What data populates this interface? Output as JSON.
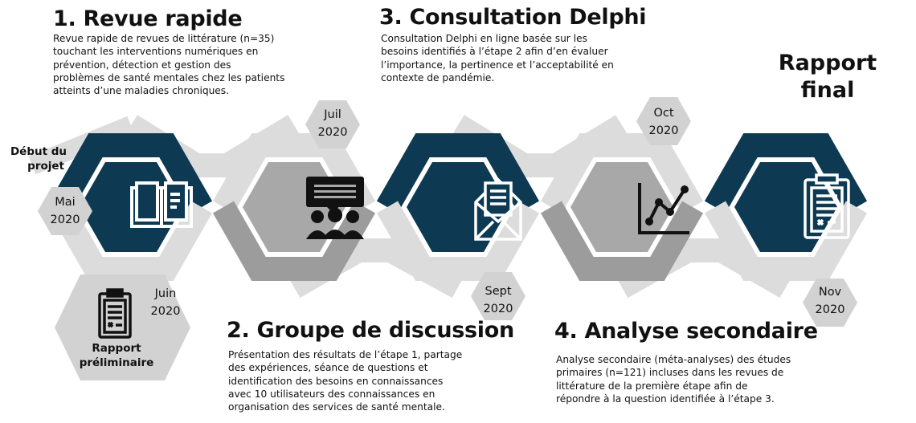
{
  "colors": {
    "navy": "#0d3a52",
    "dark_gray": "#9c9c9c",
    "light_gray": "#dcdcdc",
    "gray_fill": "#a8a8a8",
    "pale_fill": "#d2d2d2"
  },
  "steps": [
    {
      "title": "1. Revue rapide",
      "lines": [
        "Revue rapide de revues de littérature (n=35)",
        "touchant les interventions numériques en",
        "prévention, détection et gestion des",
        "problèmes de santé mentales chez les patients",
        "atteints d’une maladies chroniques."
      ]
    },
    {
      "title": "2. Groupe de discussion",
      "lines": [
        "Présentation des résultats de l’étape 1, partage",
        "des expériences, séance de questions et",
        "identification des besoins en connaissances",
        "avec 10 utilisateurs des connaissances en",
        "organisation des services de santé mentale."
      ]
    },
    {
      "title": "3. Consultation Delphi",
      "lines": [
        "Consultation Delphi en ligne basée sur les",
        "besoins identifiés à l’étape 2 afin d’en évaluer",
        "l’importance, la pertinence et l’acceptabilité en",
        "contexte de pandémie."
      ]
    },
    {
      "title": "4. Analyse secondaire",
      "lines": [
        "Analyse secondaire (méta-analyses) des études",
        "primaires (n=121) incluses dans les revues de",
        "littérature de la première étape afin de",
        "répondre à la question identifiée à l’étape 3."
      ]
    }
  ],
  "start_label": [
    "Début du",
    "projet"
  ],
  "dates": [
    {
      "month": "Mai",
      "year": "2020"
    },
    {
      "month": "Juin",
      "year": "2020"
    },
    {
      "month": "Juil",
      "year": "2020"
    },
    {
      "month": "Sept",
      "year": "2020"
    },
    {
      "month": "Oct",
      "year": "2020"
    },
    {
      "month": "Nov",
      "year": "2020"
    }
  ],
  "preliminary_report": [
    "Rapport",
    "préliminaire"
  ],
  "final_report": [
    "Rapport",
    "final"
  ],
  "icons": [
    "open-book-icon",
    "discussion-group-icon",
    "envelope-document-icon",
    "line-chart-icon",
    "clipboard-report-icon",
    "clipboard-icon"
  ]
}
